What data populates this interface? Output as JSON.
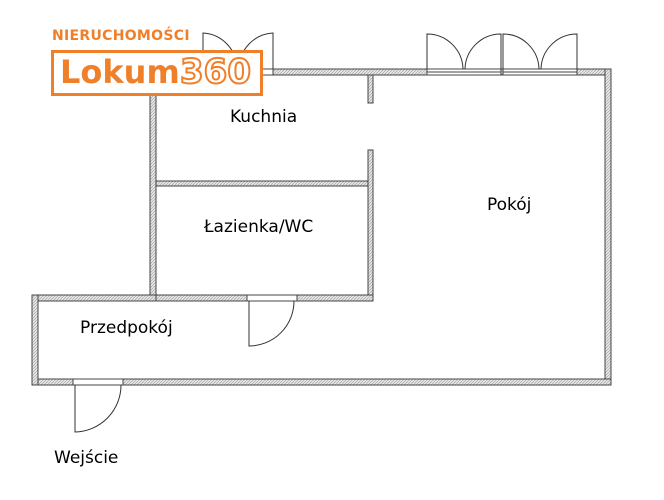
{
  "rooms": {
    "kitchen": "Kuchnia",
    "bathroom": "Łazienka/WC",
    "living_room": "Pokój",
    "hallway": "Przedpokój",
    "entrance": "Wejście"
  },
  "logo": {
    "tagline": "NIERUCHOMOŚCI",
    "brand": "Lokum",
    "number": "360",
    "color": "#f07f2a"
  },
  "colors": {
    "wall": "#555555",
    "wall_fill": "#d9d9d9"
  }
}
